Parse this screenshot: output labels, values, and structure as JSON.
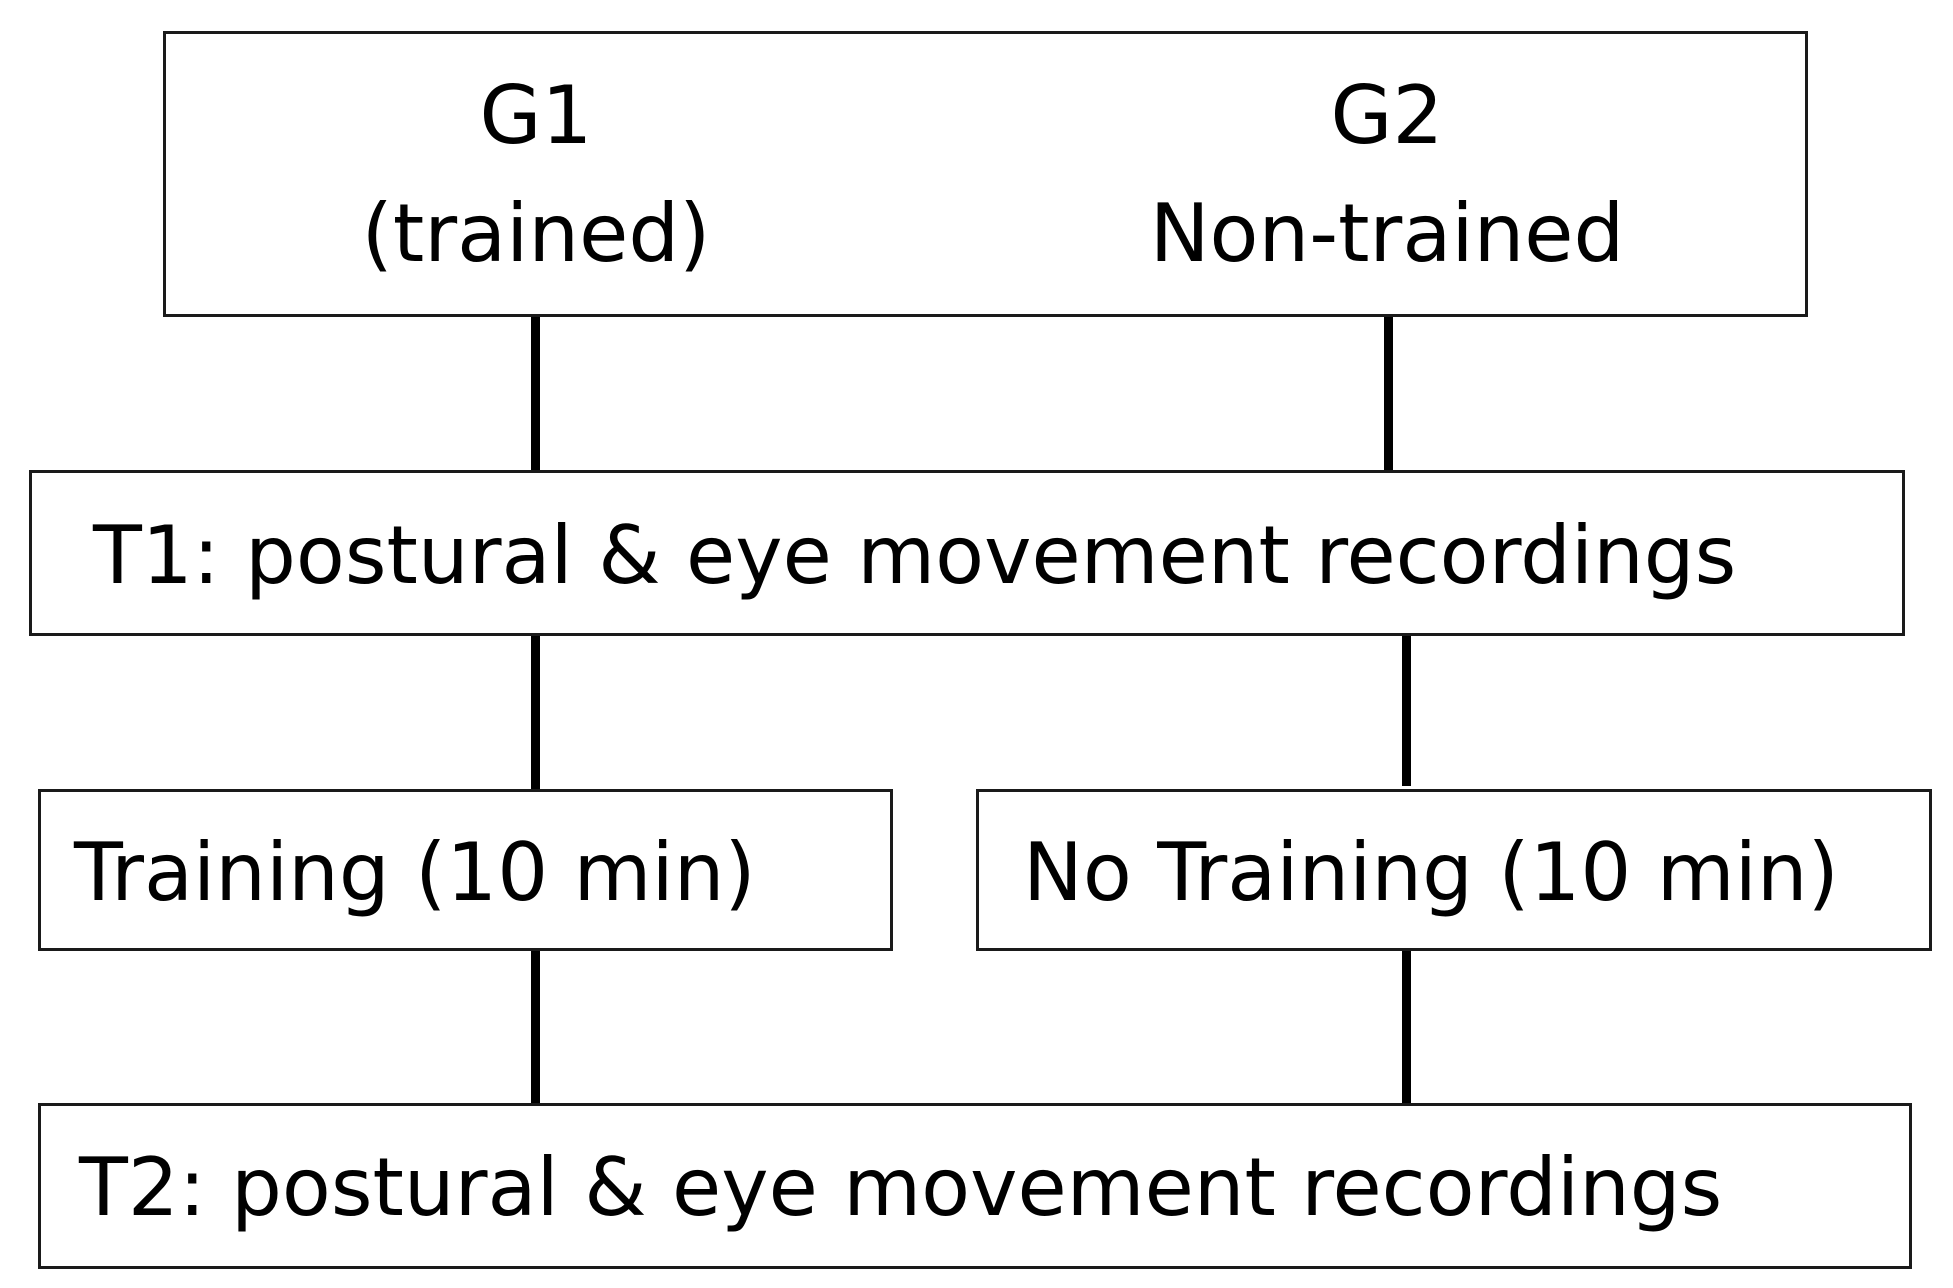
{
  "groups": {
    "g1_title": "G1",
    "g1_subtitle": "(trained)",
    "g2_title": "G2",
    "g2_subtitle": "Non-trained"
  },
  "t1": {
    "label": "T1: postural & eye movement recordings"
  },
  "training": {
    "g1_label": "Training (10 min)",
    "g2_label": "No Training (10 min)"
  },
  "t2": {
    "label": "T2: postural & eye movement recordings"
  },
  "colors": {
    "border": "#1a1a1a",
    "line": "#000000",
    "background": "#ffffff"
  }
}
